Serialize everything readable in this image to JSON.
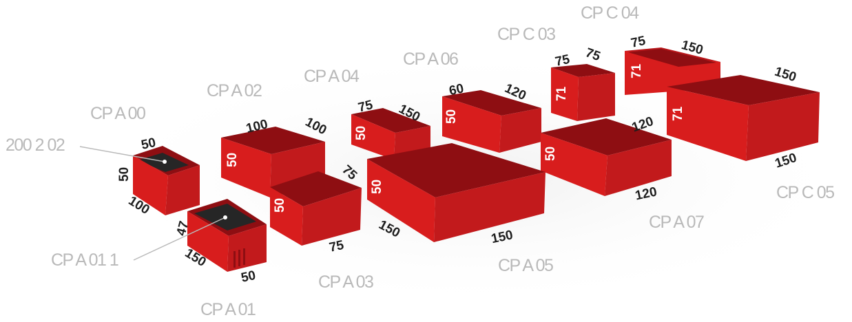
{
  "colors": {
    "box_front": "#d81d1d",
    "box_side": "#b8161a",
    "box_inner": "#8e0e12",
    "label": "#b9b9b9",
    "dim_dark": "#1e1e1e",
    "dim_light": "#ffffff"
  },
  "labels": {
    "cp_a_00": "CP A 00",
    "cp_a_01": "CP A 01",
    "cp_a_01_1": "CP A 01 1",
    "cp_a_02": "CP A 02",
    "cp_a_03": "CP A 03",
    "cp_a_04": "CP A 04",
    "cp_a_05": "CP A 05",
    "cp_a_06": "CP A 06",
    "cp_a_07": "CP A 07",
    "cp_c_03": "CP C 03",
    "cp_c_04": "CP C 04",
    "cp_c_05": "CP C 05",
    "p200_2_02": "200 2 02"
  },
  "dims": {
    "a00_w": "50",
    "a00_h": "50",
    "a00_d": "100",
    "a01_h": "47",
    "a01_d": "150",
    "a01_w": "50",
    "a02_w": "100",
    "a02_d": "100",
    "a02_h": "50",
    "a03_d": "75",
    "a03_h": "50",
    "a03_w": "75",
    "a04_w": "75",
    "a04_d": "150",
    "a04_h": "50",
    "a05_h": "50",
    "a05_d": "150",
    "a05_w": "150",
    "a06_w": "60",
    "a06_d": "120",
    "a06_h": "50",
    "a07_h": "50",
    "a07_d": "120",
    "a07_w": "120",
    "c03_w": "75",
    "c03_d": "75",
    "c03_h": "71",
    "c04_w": "75",
    "c04_d": "150",
    "c04_h": "71",
    "c05_d": "150",
    "c05_h": "71",
    "c05_w": "150"
  }
}
